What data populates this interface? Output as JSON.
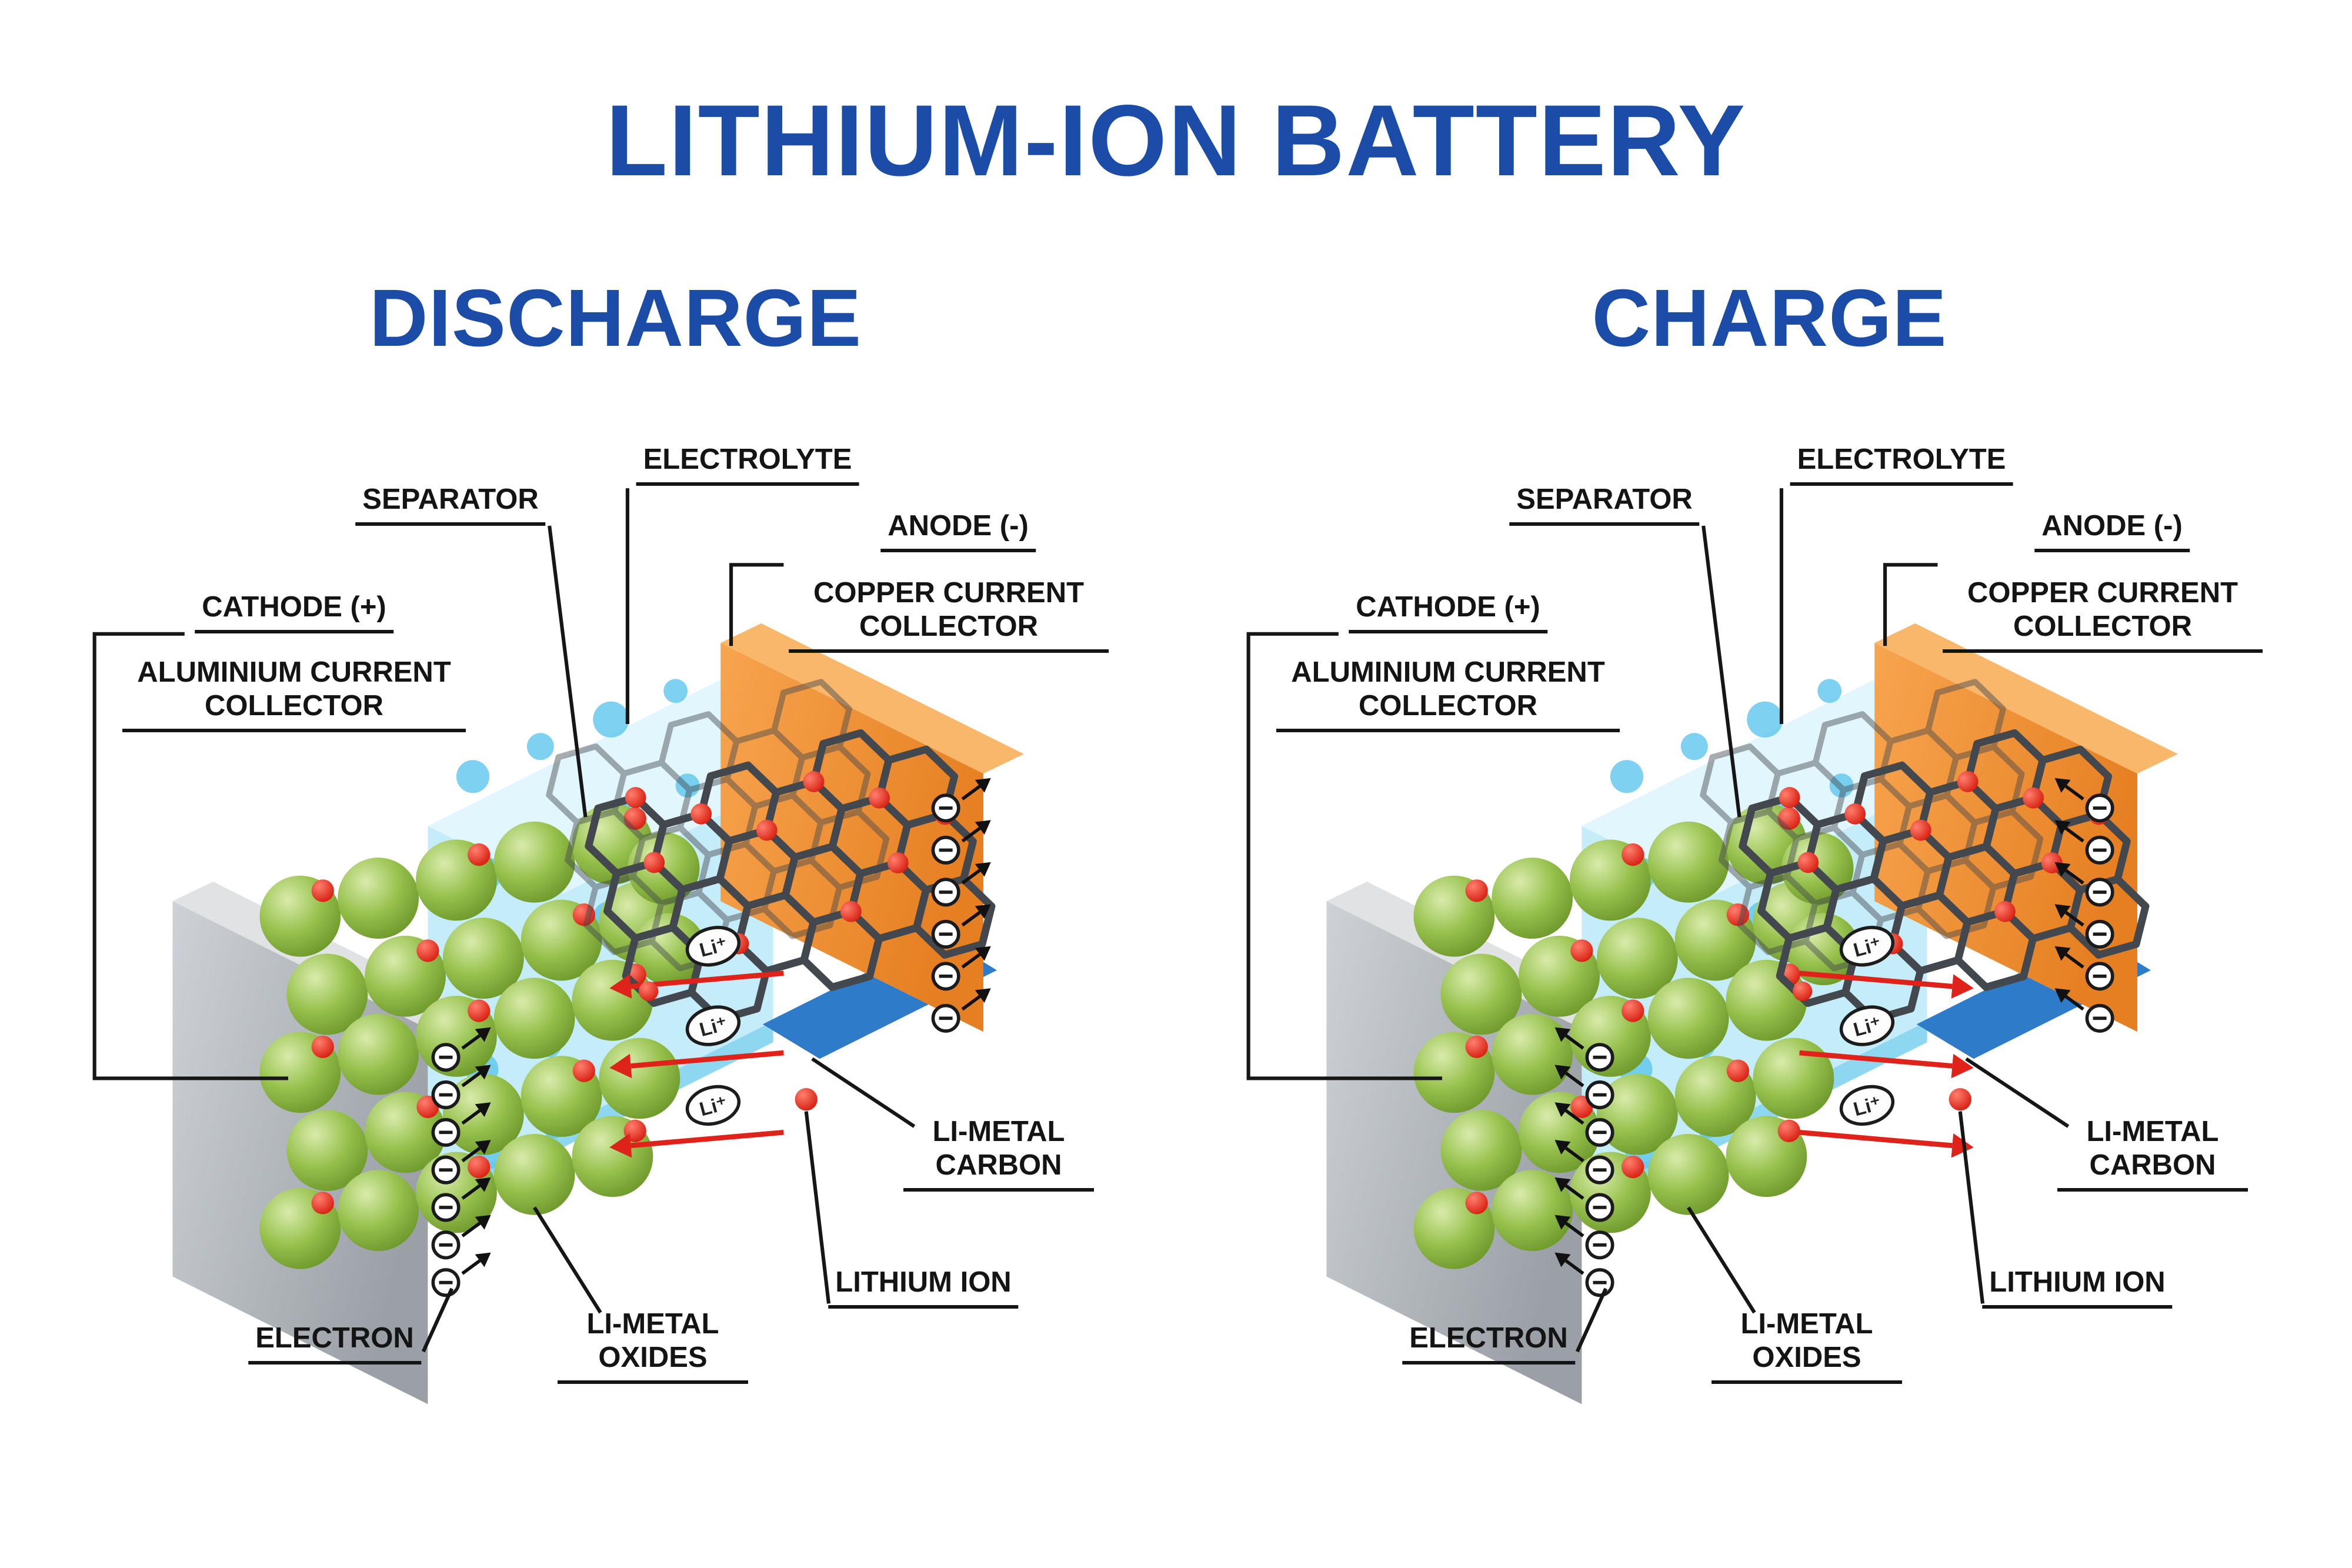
{
  "title": "LITHIUM-ION BATTERY",
  "panels": {
    "discharge": {
      "heading": "DISCHARGE",
      "ion_flow": "left"
    },
    "charge": {
      "heading": "CHARGE",
      "ion_flow": "right"
    }
  },
  "labels": {
    "separator": "SEPARATOR",
    "electrolyte": "ELECTROLYTE",
    "anode": "ANODE (-)",
    "copper_collector": "COPPER CURRENT COLLECTOR",
    "cathode": "CATHODE (+)",
    "aluminium_collector": "ALUMINIUM CURRENT COLLECTOR",
    "li_metal_carbon": "LI-METAL CARBON",
    "lithium_ion": "LITHIUM ION",
    "li_metal_oxides": "LI-METAL OXIDES",
    "electron": "ELECTRON"
  },
  "tokens": {
    "lithium_ion": "Li⁺",
    "electron_sign": "−"
  },
  "colors": {
    "heading_blue": "#1b4da8",
    "label_black": "#141414",
    "copper_orange": "#ee8c32",
    "copper_orange_light": "#f8b76a",
    "electrolyte_blue": "#c5ecf9",
    "electrolyte_top_blue": "#e3f6fd",
    "pore_blue": "#5ec6ec",
    "oxide_green": "#8cb93f",
    "ion_red": "#e0231a",
    "collector_gray": "#b4b8bd",
    "collector_gray_light": "#e0e2e4",
    "carbon_gray": "#43484e",
    "anode_blue": "#2e7bc9"
  }
}
